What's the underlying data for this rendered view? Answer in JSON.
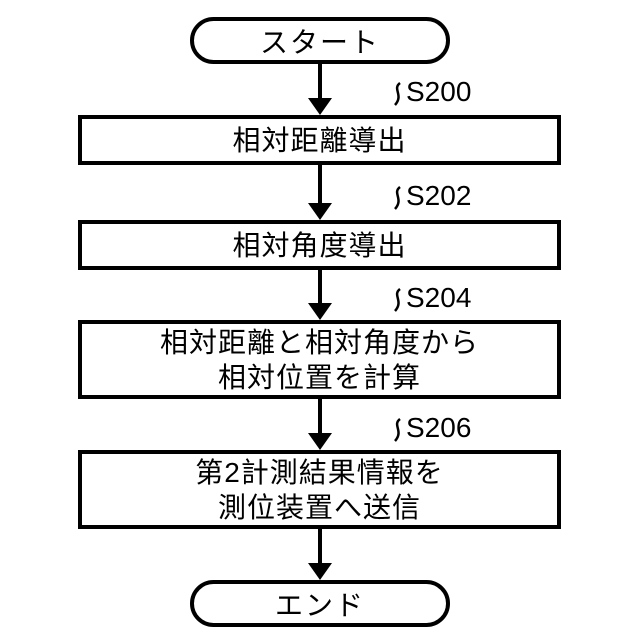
{
  "flowchart": {
    "title": "",
    "start_label": "スタート",
    "end_label": "エンド",
    "steps": [
      {
        "id": "S200",
        "line1": "相対距離導出",
        "line2": ""
      },
      {
        "id": "S202",
        "line1": "相対角度導出",
        "line2": ""
      },
      {
        "id": "S204",
        "line1": "相対距離と相対角度から",
        "line2": "相対位置を計算"
      },
      {
        "id": "S206",
        "line1": "第2計測結果情報を",
        "line2": "測位装置へ送信"
      }
    ]
  }
}
